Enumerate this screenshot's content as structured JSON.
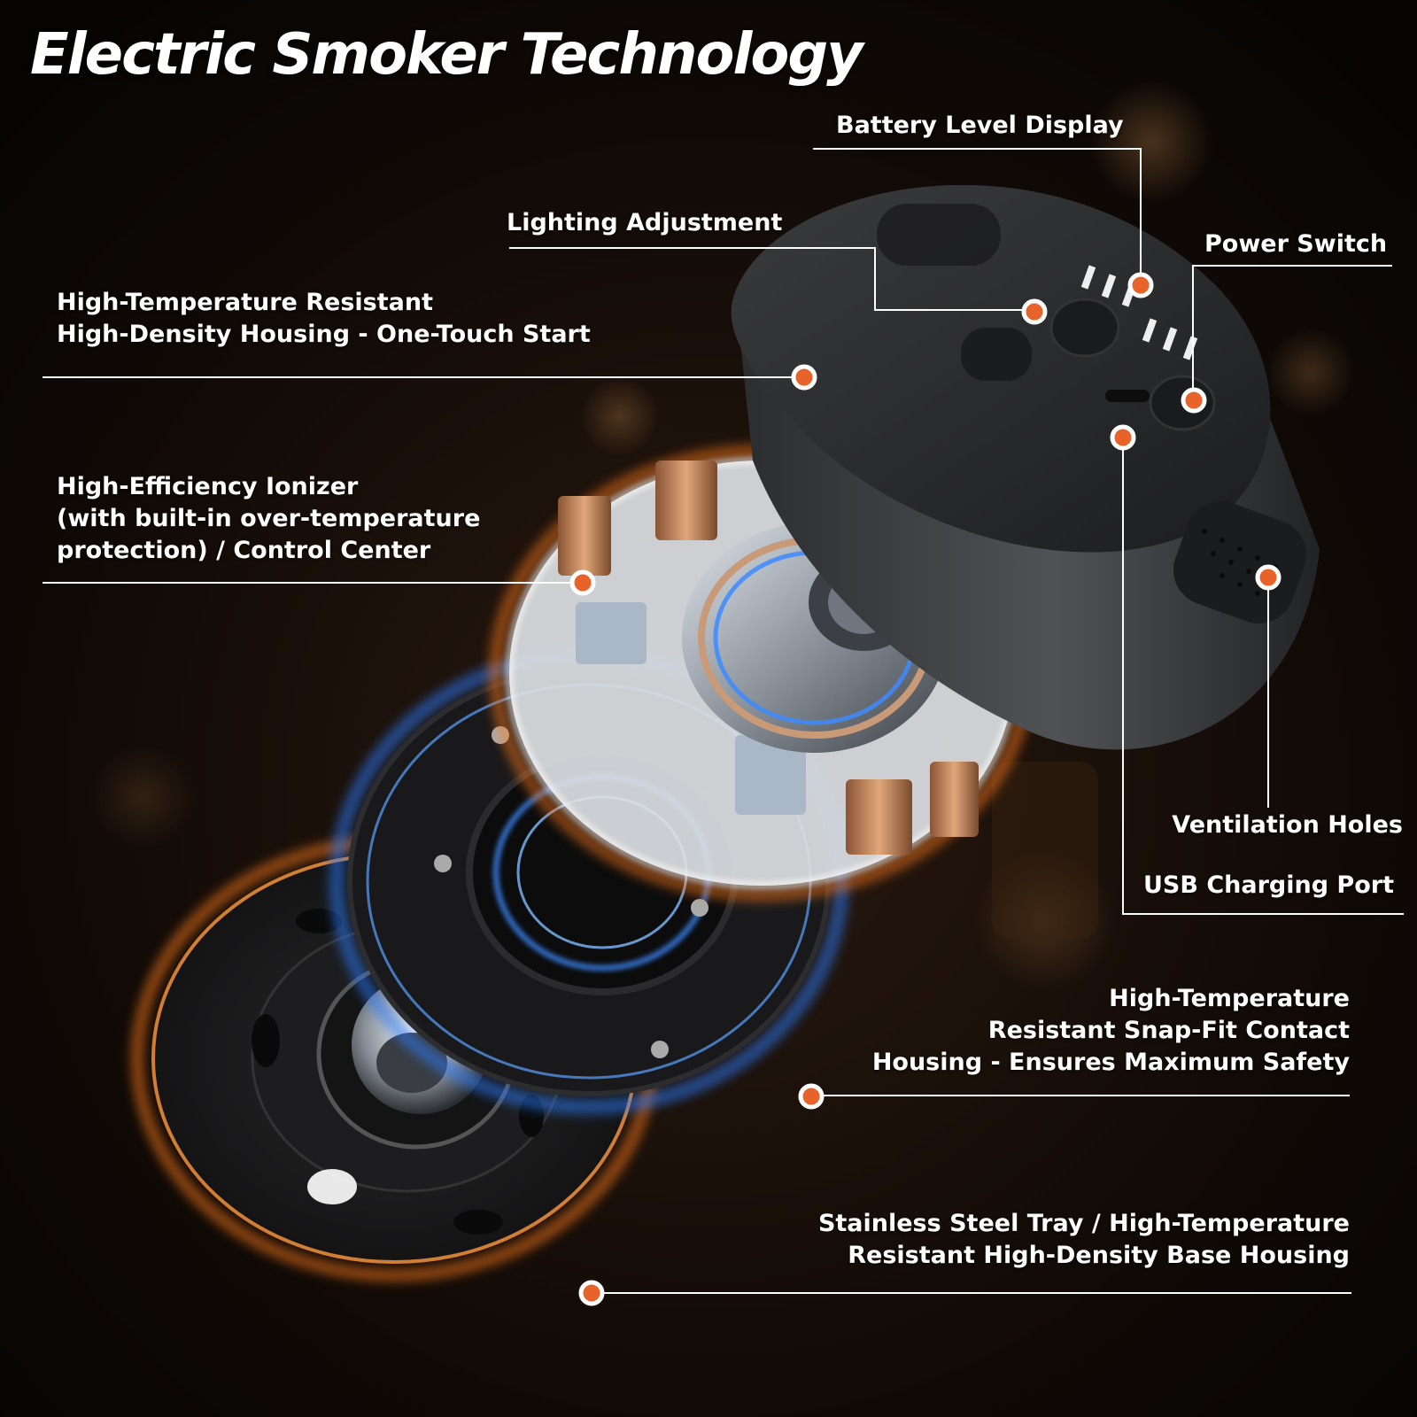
{
  "title": "Electric Smoker Technology",
  "colors": {
    "marker_fill": "#e8632a",
    "marker_ring": "#ffffff",
    "leader_line": "#ffffff",
    "glow_orange": "#ff7a1a",
    "glow_blue": "#2a7dff"
  },
  "callouts": {
    "battery": "Battery Level Display",
    "lighting": "Lighting Adjustment",
    "power": "Power Switch",
    "housing": [
      "High-Temperature Resistant",
      "High-Density Housing - One-Touch Start"
    ],
    "ionizer": [
      "High-Efficiency Ionizer",
      "(with built-in over-temperature",
      "protection) / Control Center"
    ],
    "ventilation": "Ventilation Holes",
    "usb": "USB Charging Port",
    "snapfit": [
      "High-Temperature",
      "Resistant Snap-Fit Contact",
      "Housing - Ensures Maximum Safety"
    ],
    "tray": [
      "Stainless Steel Tray / High-Temperature",
      "Resistant High-Density Base Housing"
    ]
  }
}
